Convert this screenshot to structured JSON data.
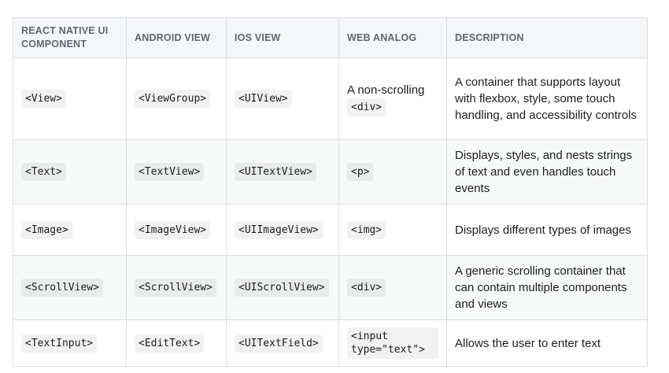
{
  "table": {
    "columns": {
      "component": "REACT NATIVE UI COMPONENT",
      "android": "ANDROID VIEW",
      "ios": "IOS VIEW",
      "web": "WEB ANALOG",
      "description": "DESCRIPTION"
    },
    "rows": [
      {
        "component": "<View>",
        "android_view": "<ViewGroup>",
        "ios_view": "<UIView>",
        "web_analog_text": "A non-scrolling",
        "web_analog_code": "<div>",
        "description": "A container that supports layout with flexbox, style, some touch handling, and accessibility controls"
      },
      {
        "component": "<Text>",
        "android_view": "<TextView>",
        "ios_view": "<UITextView>",
        "web_analog_text": "",
        "web_analog_code": "<p>",
        "description": "Displays, styles, and nests strings of text and even handles touch events"
      },
      {
        "component": "<Image>",
        "android_view": "<ImageView>",
        "ios_view": "<UIImageView>",
        "web_analog_text": "",
        "web_analog_code": "<img>",
        "description": "Displays different types of images"
      },
      {
        "component": "<ScrollView>",
        "android_view": "<ScrollView>",
        "ios_view": "<UIScrollView>",
        "web_analog_text": "",
        "web_analog_code": "<div>",
        "description": "A generic scrolling container that can contain multiple components and views"
      },
      {
        "component": "<TextInput>",
        "android_view": "<EditText>",
        "ios_view": "<UITextField>",
        "web_analog_text": "",
        "web_analog_code": "<input type=\"text\">",
        "description": "Allows the user to enter text"
      }
    ],
    "colors": {
      "header_background": "#f5f6f7",
      "stripe_background": "#f7f8f8",
      "border": "#dadde1",
      "header_text": "#606770",
      "body_text": "#1c1e21",
      "code_chip_background": "#ededee"
    }
  }
}
